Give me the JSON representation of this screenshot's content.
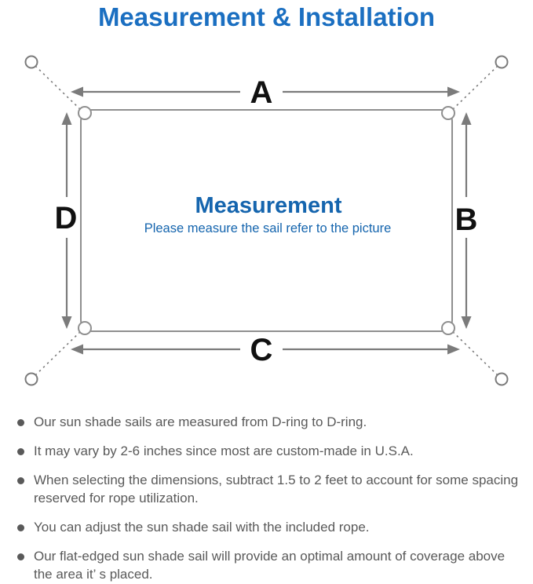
{
  "title": "Measurement & Installation",
  "diagram": {
    "label_a": "A",
    "label_b": "B",
    "label_c": "C",
    "label_d": "D",
    "center_title": "Measurement",
    "center_subtitle": "Please measure the sail refer to the picture"
  },
  "notes": [
    "Our sun shade sails are measured from D-ring to D-ring.",
    "It may vary by 2-6 inches since most are custom-made in U.S.A.",
    "When selecting the dimensions, subtract 1.5 to 2 feet to account for some spacing reserved for rope utilization.",
    "You can adjust the sun shade sail with the included rope.",
    "Our flat-edged sun shade sail will provide an optimal amount of coverage above the area it’ s placed."
  ],
  "colors": {
    "accent_blue": "#1b6fc1",
    "center_blue": "#1565ae",
    "note_text": "#595959",
    "line_gray": "#8f8f8f",
    "arrow_gray": "#7b7b7b",
    "dim_text": "#111111"
  }
}
